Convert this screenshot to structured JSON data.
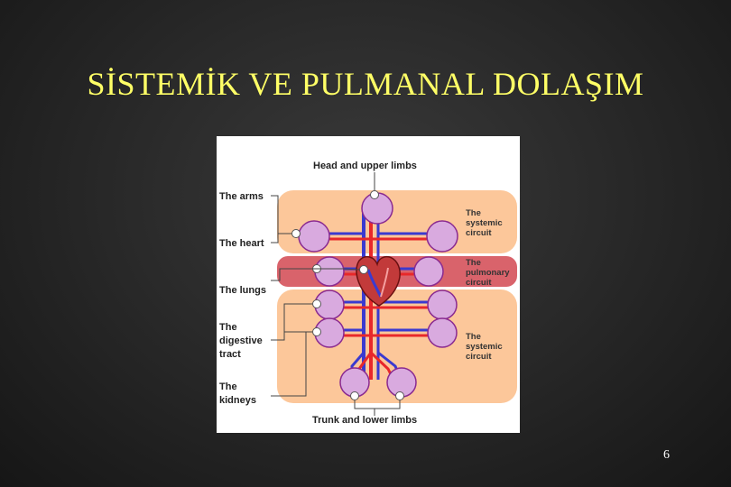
{
  "slide": {
    "title": "SİSTEMİK VE PULMANAL DOLAŞIM",
    "page_number": "6"
  },
  "diagram": {
    "top_label": "Head and upper limbs",
    "bottom_label": "Trunk and lower limbs",
    "left_labels": {
      "arms": "The arms",
      "heart": "The heart",
      "lungs": "The lungs",
      "digestive_1": "The",
      "digestive_2": "digestive",
      "digestive_3": "tract",
      "kidneys_1": "The",
      "kidneys_2": "kidneys"
    },
    "right_labels": {
      "systemic_upper": [
        "The",
        "systemic",
        "circuit"
      ],
      "pulmonary": [
        "The",
        "pulmonary",
        "circuit"
      ],
      "systemic_lower": [
        "The",
        "systemic",
        "circuit"
      ]
    },
    "colors": {
      "systemic_region": "#fcc79a",
      "pulmonary_region": "#d9636b",
      "artery": "#e8282a",
      "vein": "#3a3ad0",
      "capillary_bed": "#d9aadf"
    }
  }
}
